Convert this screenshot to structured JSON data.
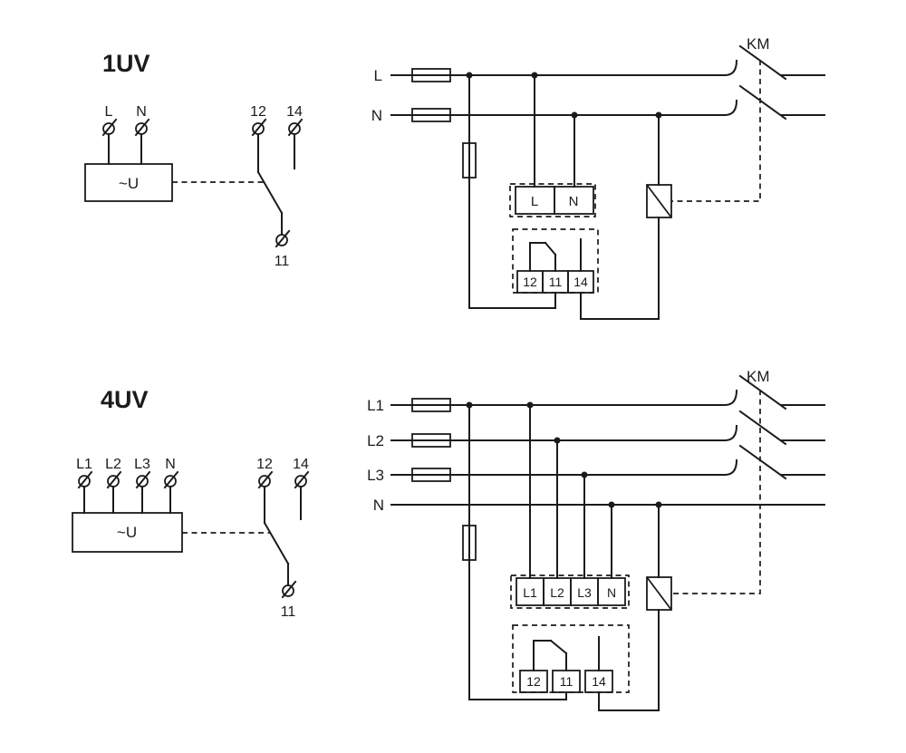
{
  "page": {
    "background": "#ffffff",
    "line_color": "#1b1b1b"
  },
  "top": {
    "title": "1UV",
    "device_label": "~U",
    "input_terminals": [
      "L",
      "N"
    ],
    "aux_contact": {
      "t12": "12",
      "t14": "14",
      "t11": "11"
    },
    "line_labels": [
      "L",
      "N"
    ],
    "km_label": "KM",
    "box_terminals": [
      "L",
      "N"
    ],
    "output_terminals": {
      "t12": "12",
      "t11": "11",
      "t14": "14"
    }
  },
  "bottom": {
    "title": "4UV",
    "device_label": "~U",
    "input_terminals": [
      "L1",
      "L2",
      "L3",
      "N"
    ],
    "aux_contact": {
      "t12": "12",
      "t14": "14",
      "t11": "11"
    },
    "line_labels": [
      "L1",
      "L2",
      "L3",
      "N"
    ],
    "km_label": "KM",
    "box_terminals": [
      "L1",
      "L2",
      "L3",
      "N"
    ],
    "output_terminals": {
      "t12": "12",
      "t11": "11",
      "t14": "14"
    }
  }
}
